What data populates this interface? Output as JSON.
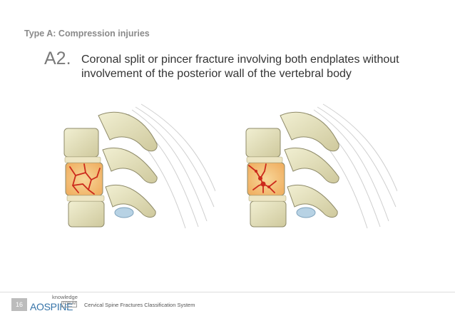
{
  "section_title": "Type A: Compression injuries",
  "heading": {
    "code": "A2.",
    "description": "Coronal split or pincer fracture involving both endplates without involvement of the posterior wall of the vertebral body"
  },
  "footer": {
    "page_number": "16",
    "logo_main": "AOSPINE",
    "logo_knowledge": "knowledge",
    "logo_forum": "FORUM",
    "title": "Cervical Spine Fractures Classification System"
  },
  "colors": {
    "bone": "#e3dfb6",
    "fracture_red": "#cc2a1c",
    "fracture_glow": "#f2bb72",
    "disc_blue": "#b7d2e4"
  }
}
